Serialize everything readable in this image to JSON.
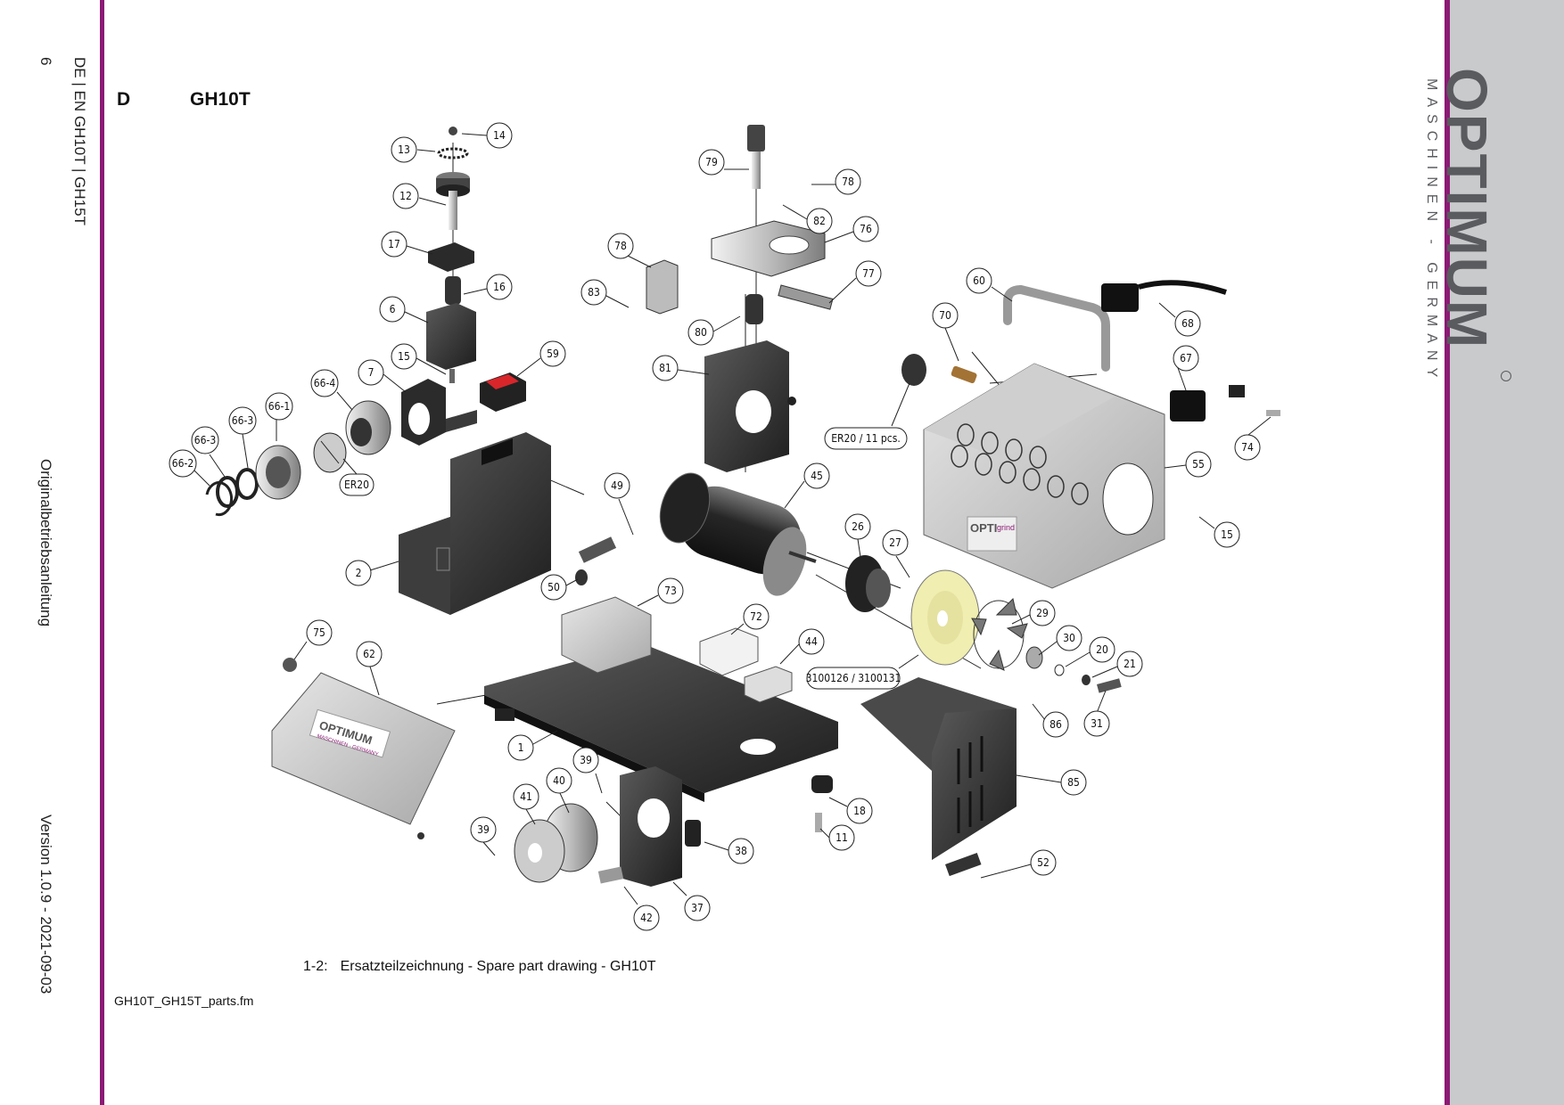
{
  "margin": {
    "page_number": "6",
    "header": "DE | EN   GH10T | GH15T",
    "doc_title": "Originalbetriebsanleitung",
    "version": "Version 1.0.9 - 2021-09-03"
  },
  "brand": {
    "logo": "OPTIMUM",
    "subtitle": "MASCHINEN - GERMANY"
  },
  "section": {
    "letter": "D",
    "title": "GH10T"
  },
  "caption": {
    "number": "1-2:",
    "text": "Ersatzteilzeichnung - Spare part drawing - GH10T"
  },
  "footer": {
    "filename": "GH10T_GH15T_parts.fm"
  },
  "parts": {
    "p1": "1",
    "p2": "2",
    "p6": "6",
    "p7": "7",
    "p11": "11",
    "p12": "12",
    "p13": "13",
    "p14": "14",
    "p15a": "15",
    "p15b": "15",
    "p16": "16",
    "p17": "17",
    "p18": "18",
    "p20": "20",
    "p21": "21",
    "p26": "26",
    "p27": "27",
    "p29": "29",
    "p30": "30",
    "p31": "31",
    "p37": "37",
    "p38": "38",
    "p39a": "39",
    "p39b": "39",
    "p40": "40",
    "p41": "41",
    "p42": "42",
    "p44": "44",
    "p45": "45",
    "p49": "49",
    "p50": "50",
    "p52": "52",
    "p55": "55",
    "p59": "59",
    "p60": "60",
    "p62": "62",
    "p66_1": "66-1",
    "p66_2": "66-2",
    "p66_3a": "66-3",
    "p66_3b": "66-3",
    "p66_4": "66-4",
    "p67": "67",
    "p68": "68",
    "p70": "70",
    "p72": "72",
    "p73": "73",
    "p74": "74",
    "p75": "75",
    "p76": "76",
    "p77": "77",
    "p78a": "78",
    "p78b": "78",
    "p79": "79",
    "p80": "80",
    "p81": "81",
    "p82": "82",
    "p83": "83",
    "p85": "85",
    "p86": "86"
  },
  "labels": {
    "er20": "ER20",
    "er20_set": "ER20 / 11 pcs.",
    "wheel_numbers": "3100126 / 3100131",
    "label_opti": "OPTI",
    "label_grind": "grind",
    "plate_logo": "OPTIMUM",
    "plate_sub": "MASCHINEN - GERMANY"
  }
}
